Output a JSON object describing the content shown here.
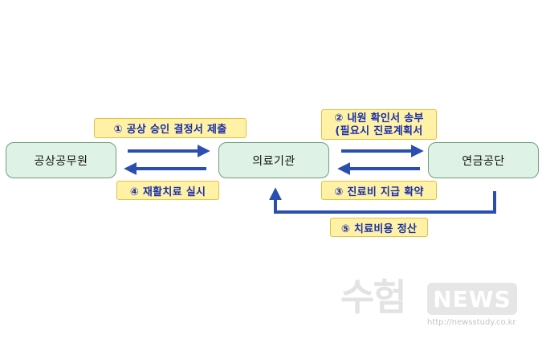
{
  "nodes": {
    "civil_servant": "공상공무원",
    "medical_institution": "의료기관",
    "pension_service": "연금공단"
  },
  "labels": {
    "step1": "① 공상 승인 결정서 제출",
    "step2_line1": "② 내원 확인서 송부",
    "step2_line2": "(필요시 진료계획서",
    "step3": "③ 진료비 지급 확약",
    "step4": "④ 재활치료 실시",
    "step5": "⑤ 치료비용 정산"
  },
  "watermark": {
    "korean": "수험",
    "brand": "NEWS",
    "url": "http://newsstudy.co.kr"
  },
  "colors": {
    "node_fill": "#dff2e6",
    "label_fill": "#fff2a6",
    "arrow": "#2b4fb0",
    "label_text": "#1b2fa8"
  }
}
